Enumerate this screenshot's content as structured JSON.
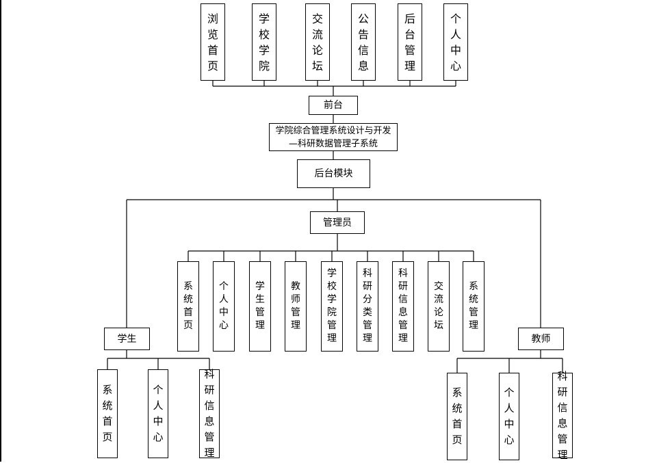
{
  "diagram": {
    "top_items": [
      "浏览首页",
      "学校学院",
      "交流论坛",
      "公告信息",
      "后台管理",
      "个人中心"
    ],
    "front_label": "前台",
    "system_title": "学院综合管理系统设计与开发—科研数据管理子系统",
    "backend_label": "后台模块",
    "admin_label": "管理员",
    "admin_items": [
      "系统首页",
      "个人中心",
      "学生管理",
      "教师管理",
      "学校学院管理",
      "科研分类管理",
      "科研信息管理",
      "交流论坛",
      "系统管理"
    ],
    "student_label": "学生",
    "student_items": [
      "系统首页",
      "个人中心",
      "科研信息管理"
    ],
    "teacher_label": "教师",
    "teacher_items": [
      "系统首页",
      "个人中心",
      "科研信息管理"
    ]
  }
}
